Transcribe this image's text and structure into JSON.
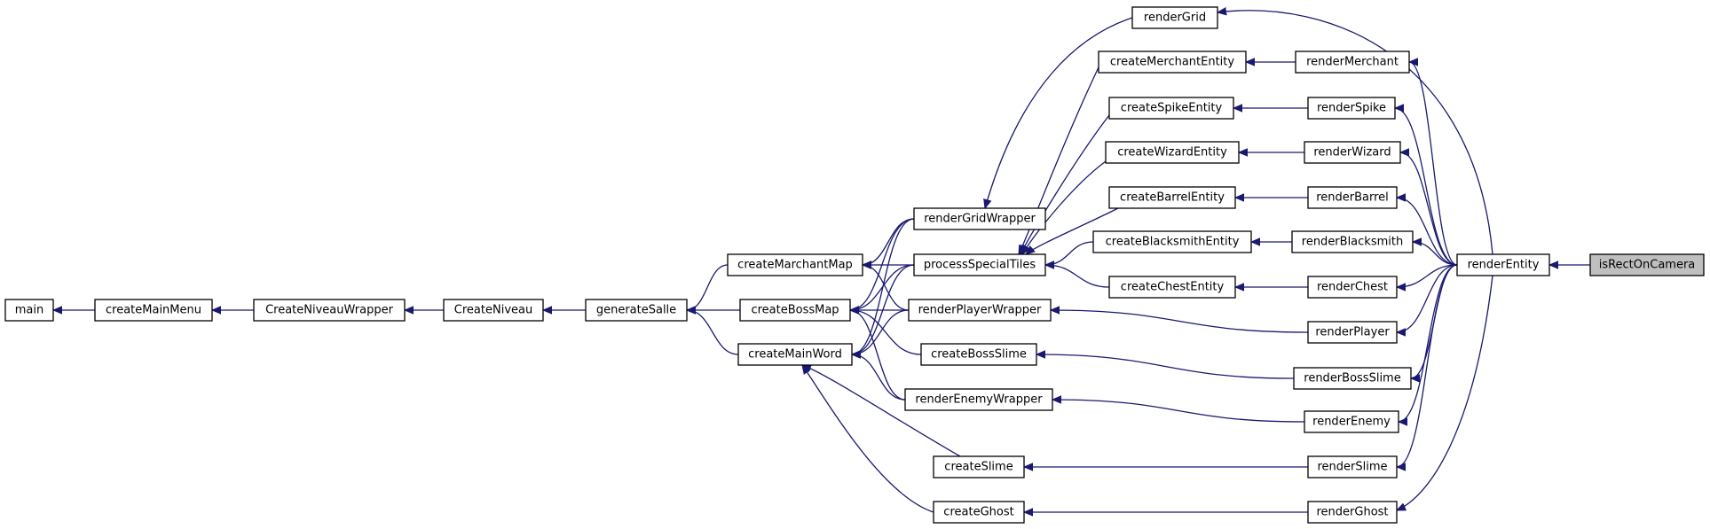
{
  "graph": {
    "kind": "caller-graph",
    "colors": {
      "edge": "#191970",
      "arrowhead": "#191970",
      "node_border": "#000000",
      "node_fill": "#ffffff",
      "focus_fill": "#bfbfbf"
    },
    "focus_node": "isRectOnCamera",
    "nodes": [
      {
        "id": "main",
        "label": "main"
      },
      {
        "id": "createMainMenu",
        "label": "createMainMenu"
      },
      {
        "id": "CreateNiveauWrapper",
        "label": "CreateNiveauWrapper"
      },
      {
        "id": "CreateNiveau",
        "label": "CreateNiveau"
      },
      {
        "id": "generateSalle",
        "label": "generateSalle"
      },
      {
        "id": "createMarchantMap",
        "label": "createMarchantMap"
      },
      {
        "id": "createBossMap",
        "label": "createBossMap"
      },
      {
        "id": "createMainWord",
        "label": "createMainWord"
      },
      {
        "id": "renderGridWrapper",
        "label": "renderGridWrapper"
      },
      {
        "id": "processSpecialTiles",
        "label": "processSpecialTiles"
      },
      {
        "id": "renderPlayerWrapper",
        "label": "renderPlayerWrapper"
      },
      {
        "id": "createBossSlime",
        "label": "createBossSlime"
      },
      {
        "id": "renderEnemyWrapper",
        "label": "renderEnemyWrapper"
      },
      {
        "id": "createSlime",
        "label": "createSlime"
      },
      {
        "id": "createGhost",
        "label": "createGhost"
      },
      {
        "id": "renderGrid",
        "label": "renderGrid"
      },
      {
        "id": "createMerchantEntity",
        "label": "createMerchantEntity"
      },
      {
        "id": "createSpikeEntity",
        "label": "createSpikeEntity"
      },
      {
        "id": "createWizardEntity",
        "label": "createWizardEntity"
      },
      {
        "id": "createBarrelEntity",
        "label": "createBarrelEntity"
      },
      {
        "id": "createBlacksmithEntity",
        "label": "createBlacksmithEntity"
      },
      {
        "id": "createChestEntity",
        "label": "createChestEntity"
      },
      {
        "id": "renderMerchant",
        "label": "renderMerchant"
      },
      {
        "id": "renderSpike",
        "label": "renderSpike"
      },
      {
        "id": "renderWizard",
        "label": "renderWizard"
      },
      {
        "id": "renderBarrel",
        "label": "renderBarrel"
      },
      {
        "id": "renderBlacksmith",
        "label": "renderBlacksmith"
      },
      {
        "id": "renderChest",
        "label": "renderChest"
      },
      {
        "id": "renderPlayer",
        "label": "renderPlayer"
      },
      {
        "id": "renderBossSlime",
        "label": "renderBossSlime"
      },
      {
        "id": "renderEnemy",
        "label": "renderEnemy"
      },
      {
        "id": "renderSlime",
        "label": "renderSlime"
      },
      {
        "id": "renderGhost",
        "label": "renderGhost"
      },
      {
        "id": "renderEntity",
        "label": "renderEntity"
      },
      {
        "id": "isRectOnCamera",
        "label": "isRectOnCamera"
      }
    ],
    "edges": [
      {
        "from": "createMainMenu",
        "to": "main"
      },
      {
        "from": "CreateNiveauWrapper",
        "to": "createMainMenu"
      },
      {
        "from": "CreateNiveau",
        "to": "CreateNiveauWrapper"
      },
      {
        "from": "generateSalle",
        "to": "CreateNiveau"
      },
      {
        "from": "createMarchantMap",
        "to": "generateSalle"
      },
      {
        "from": "createBossMap",
        "to": "generateSalle"
      },
      {
        "from": "createMainWord",
        "to": "generateSalle"
      },
      {
        "from": "renderGridWrapper",
        "to": "createMarchantMap"
      },
      {
        "from": "renderGridWrapper",
        "to": "createBossMap"
      },
      {
        "from": "renderGridWrapper",
        "to": "createMainWord"
      },
      {
        "from": "processSpecialTiles",
        "to": "createMarchantMap"
      },
      {
        "from": "processSpecialTiles",
        "to": "createBossMap"
      },
      {
        "from": "processSpecialTiles",
        "to": "createMainWord"
      },
      {
        "from": "renderPlayerWrapper",
        "to": "createMarchantMap"
      },
      {
        "from": "renderPlayerWrapper",
        "to": "createBossMap"
      },
      {
        "from": "renderPlayerWrapper",
        "to": "createMainWord"
      },
      {
        "from": "createBossSlime",
        "to": "createBossMap"
      },
      {
        "from": "renderEnemyWrapper",
        "to": "createBossMap"
      },
      {
        "from": "renderEnemyWrapper",
        "to": "createMainWord"
      },
      {
        "from": "createSlime",
        "to": "createMainWord"
      },
      {
        "from": "createGhost",
        "to": "createMainWord"
      },
      {
        "from": "renderGrid",
        "to": "renderGridWrapper"
      },
      {
        "from": "createMerchantEntity",
        "to": "processSpecialTiles"
      },
      {
        "from": "createSpikeEntity",
        "to": "processSpecialTiles"
      },
      {
        "from": "createWizardEntity",
        "to": "processSpecialTiles"
      },
      {
        "from": "createBarrelEntity",
        "to": "processSpecialTiles"
      },
      {
        "from": "createBlacksmithEntity",
        "to": "processSpecialTiles"
      },
      {
        "from": "createChestEntity",
        "to": "processSpecialTiles"
      },
      {
        "from": "renderMerchant",
        "to": "createMerchantEntity"
      },
      {
        "from": "renderSpike",
        "to": "createSpikeEntity"
      },
      {
        "from": "renderWizard",
        "to": "createWizardEntity"
      },
      {
        "from": "renderBarrel",
        "to": "createBarrelEntity"
      },
      {
        "from": "renderBlacksmith",
        "to": "createBlacksmithEntity"
      },
      {
        "from": "renderChest",
        "to": "createChestEntity"
      },
      {
        "from": "renderPlayer",
        "to": "renderPlayerWrapper"
      },
      {
        "from": "renderBossSlime",
        "to": "createBossSlime"
      },
      {
        "from": "renderEnemy",
        "to": "renderEnemyWrapper"
      },
      {
        "from": "renderSlime",
        "to": "createSlime"
      },
      {
        "from": "renderGhost",
        "to": "createGhost"
      },
      {
        "from": "renderEntity",
        "to": "renderGrid"
      },
      {
        "from": "renderEntity",
        "to": "renderMerchant"
      },
      {
        "from": "renderEntity",
        "to": "renderSpike"
      },
      {
        "from": "renderEntity",
        "to": "renderWizard"
      },
      {
        "from": "renderEntity",
        "to": "renderBarrel"
      },
      {
        "from": "renderEntity",
        "to": "renderBlacksmith"
      },
      {
        "from": "renderEntity",
        "to": "renderChest"
      },
      {
        "from": "renderEntity",
        "to": "renderPlayer"
      },
      {
        "from": "renderEntity",
        "to": "renderBossSlime"
      },
      {
        "from": "renderEntity",
        "to": "renderEnemy"
      },
      {
        "from": "renderEntity",
        "to": "renderSlime"
      },
      {
        "from": "renderEntity",
        "to": "renderGhost"
      },
      {
        "from": "isRectOnCamera",
        "to": "renderEntity"
      }
    ]
  }
}
